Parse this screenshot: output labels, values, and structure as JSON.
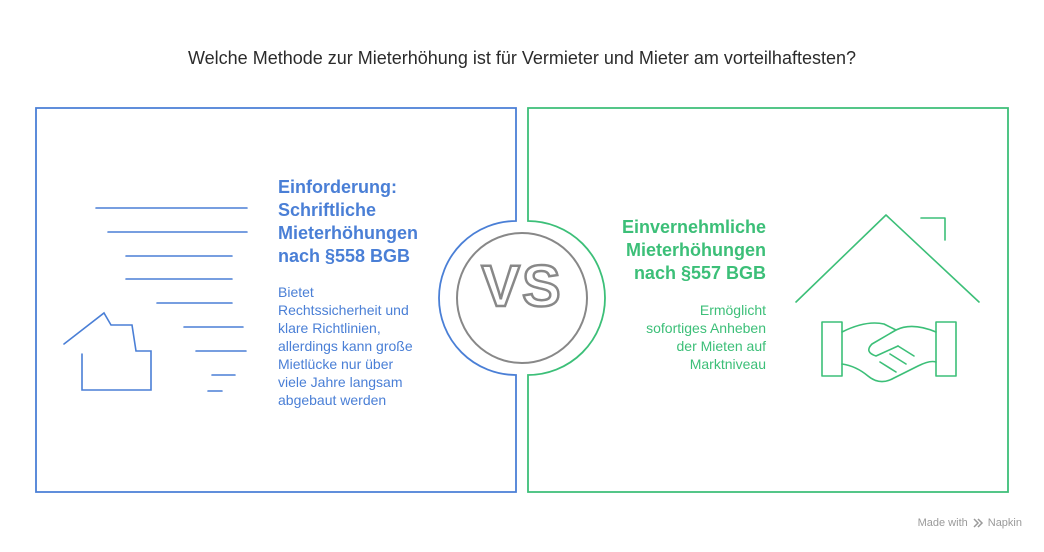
{
  "title": "Welche Methode zur Mieterhöhung ist für Vermieter und Mieter am vorteilhaftesten?",
  "left": {
    "heading_lines": [
      "Einforderung:",
      "Schriftliche",
      "Mieterhöhungen",
      "nach §558 BGB"
    ],
    "desc_lines": [
      "Bietet",
      "Rechtssicherheit und",
      "klare Richtlinien,",
      "allerdings kann große",
      "Mietlücke nur über",
      "viele Jahre langsam",
      "abgebaut werden"
    ],
    "icon": "house-document-icon",
    "color": "#4a7fd6"
  },
  "right": {
    "heading_lines": [
      "Einvernehmliche",
      "Mieterhöhungen",
      "nach §557 BGB"
    ],
    "desc_lines": [
      "Ermöglicht",
      "sofortiges Anheben",
      "der Mieten auf",
      "Marktniveau"
    ],
    "icon": "house-handshake-icon",
    "color": "#3cbf78"
  },
  "vs": {
    "label": "VS",
    "color": "#888888"
  },
  "footer": {
    "made_with": "Made with",
    "brand": "Napkin",
    "icon": "napkin-logo-icon"
  }
}
